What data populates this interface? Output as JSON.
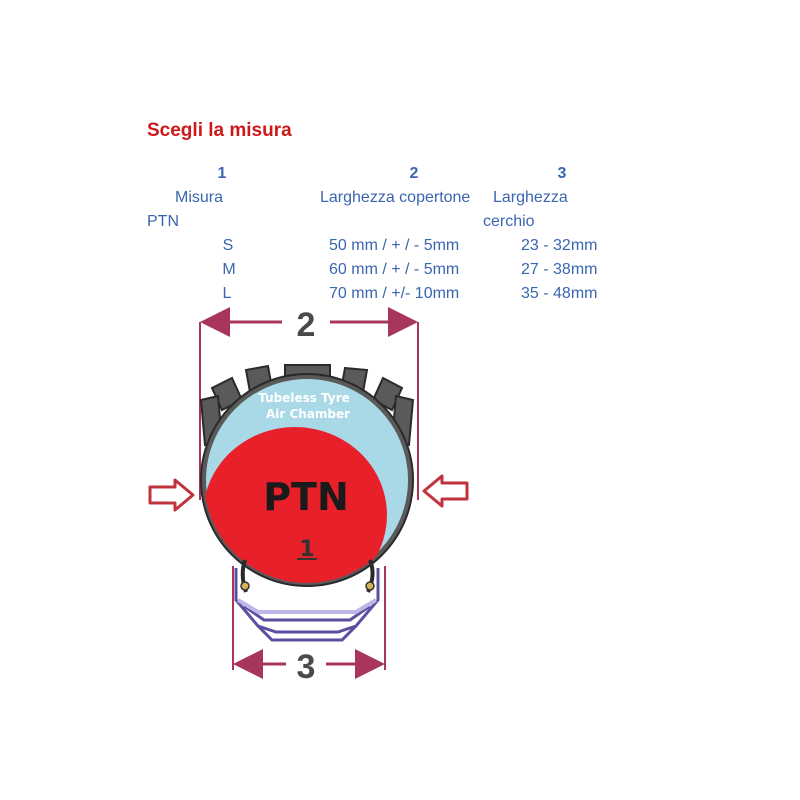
{
  "title": "Scegli la misura",
  "table": {
    "numbers": [
      "1",
      "2",
      "3"
    ],
    "headers": {
      "col1_line1": "Misura",
      "col1_line2": "PTN",
      "col2": "Larghezza copertone",
      "col3_line1": "Larghezza",
      "col3_line2": "cerchio"
    },
    "rows": [
      {
        "size": "S",
        "tyre_width": "50 mm / + / - 5mm",
        "rim_width": "23 - 32mm"
      },
      {
        "size": "M",
        "tyre_width": "60 mm / + / - 5mm",
        "rim_width": "27 - 38mm"
      },
      {
        "size": "L",
        "tyre_width": "70 mm / +/- 10mm",
        "rim_width": "35 - 48mm"
      }
    ]
  },
  "diagram": {
    "dimension_top": "2",
    "dimension_bottom": "3",
    "tube_label_line1": "Tubeless Tyre",
    "tube_label_line2": "Air Chamber",
    "insert_label": "PTN",
    "insert_number": "1",
    "colors": {
      "title": "#cc1a1a",
      "table_text": "#3a66b0",
      "dimension_line": "#a8355a",
      "air_chamber": "#a9d9e6",
      "insert": "#e8202a",
      "tyre_outline": "#3d3d3d",
      "tread": "#5a5a5a",
      "rim": "#7a6fb8"
    }
  }
}
